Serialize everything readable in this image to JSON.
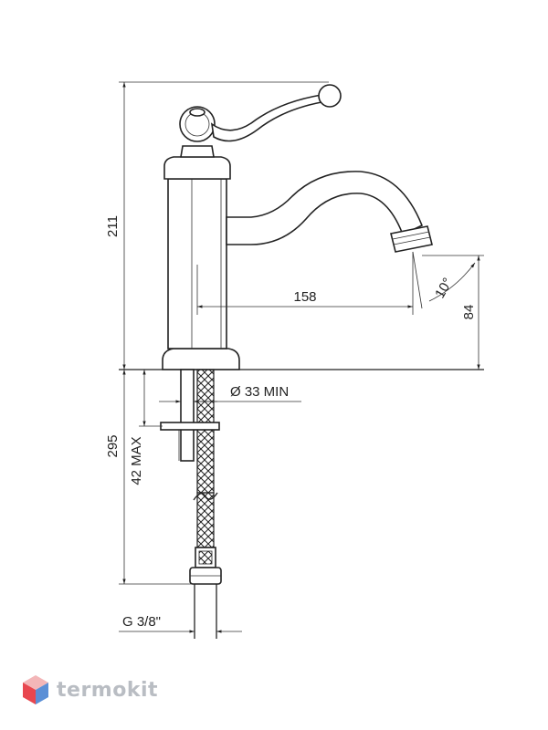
{
  "dimensions": {
    "height_total": "211",
    "reach": "158",
    "angle": "10°",
    "spout_height": "84",
    "hole_diameter": "Ø 33 MIN",
    "hose_length": "295",
    "deck_thickness": "42 MAX",
    "connection": "G 3/8\""
  },
  "brand": {
    "name": "termokit",
    "colors": {
      "cube_top": "#f3b6b8",
      "cube_left": "#e8474f",
      "cube_right": "#5b8fd6",
      "text": "#b9bdc3"
    }
  }
}
